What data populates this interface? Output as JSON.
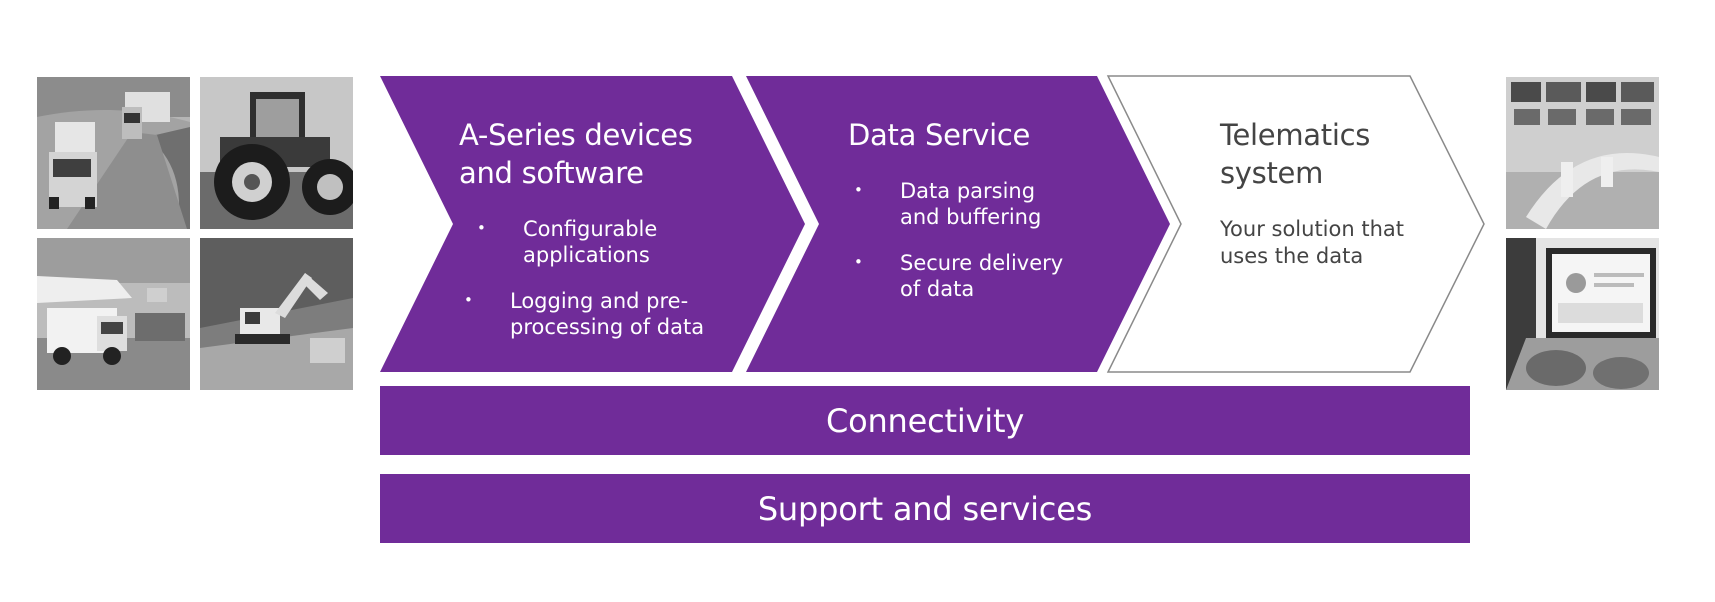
{
  "colors": {
    "purple": "#702c99",
    "white_chevron_border": "#8a8a8a",
    "dark_text": "#444444"
  },
  "photos": [
    {
      "subject": "trucks-on-highway-photo"
    },
    {
      "subject": "tractor-photo"
    },
    {
      "subject": "airport-ground-vehicles-photo"
    },
    {
      "subject": "excavator-construction-photo"
    },
    {
      "subject": "control-room-photo"
    },
    {
      "subject": "laptop-dashboard-photo"
    }
  ],
  "chevrons": [
    {
      "title_line1": "A-Series devices",
      "title_line2": "and software",
      "bullets": [
        {
          "line1": "Configurable",
          "line2": "applications"
        },
        {
          "line1": "Logging and pre-",
          "line2": "processing of data"
        }
      ]
    },
    {
      "title_line1": "Data Service",
      "bullets": [
        {
          "line1": "Data parsing",
          "line2": "and buffering"
        },
        {
          "line1": "Secure delivery",
          "line2": "of data"
        }
      ]
    },
    {
      "title_line1": "Telematics",
      "title_line2": "system",
      "desc_line1": "Your solution that",
      "desc_line2": "uses the data"
    }
  ],
  "bars": {
    "connectivity": "Connectivity",
    "support": "Support and services"
  }
}
